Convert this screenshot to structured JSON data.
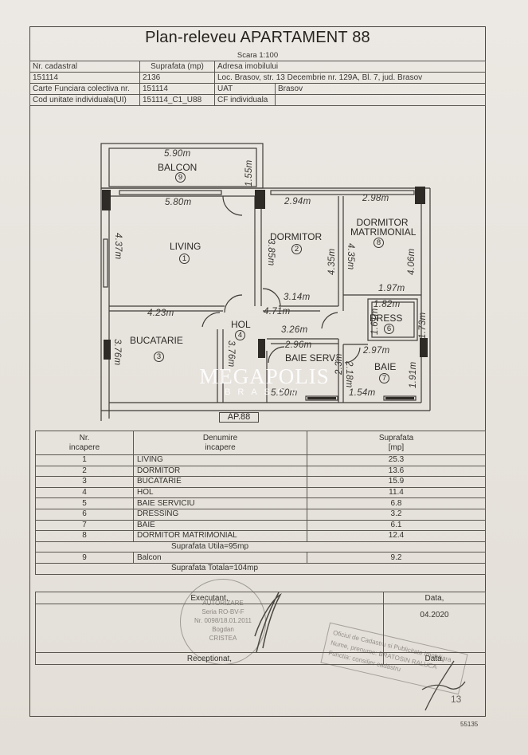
{
  "document": {
    "title": "Plan-releveu APARTAMENT 88",
    "scale": "Scara 1:100"
  },
  "info_table": {
    "cadastral_label": "Nr. cadastral",
    "surface_label": "Suprafata (mp)",
    "address_label": "Adresa imobilului",
    "cadastral_value": "151114",
    "surface_value": "2136",
    "address_value": "Loc. Brasov, str. 13 Decembrie nr. 129A, Bl. 7, jud. Brasov",
    "cf_collective_label": "Carte Funciara colectiva nr.",
    "cf_collective_value": "151114",
    "uat_label": "UAT",
    "uat_value": "Brasov",
    "ui_code_label": "Cod unitate individuala(UI)",
    "ui_code_value": "151114_C1_U88",
    "cf_individual_label": "CF individuala",
    "cf_individual_value": ""
  },
  "floor_plan": {
    "apartment_tag": "AP.88",
    "rooms": [
      {
        "name": "BALCON",
        "number": "9"
      },
      {
        "name": "LIVING",
        "number": "1"
      },
      {
        "name": "DORMITOR",
        "number": "2"
      },
      {
        "name": "BUCATARIE",
        "number": "3"
      },
      {
        "name": "HOL",
        "number": "4"
      },
      {
        "name": "BAIE SERV.",
        "number": "5"
      },
      {
        "name": "DRESS",
        "number": "6"
      },
      {
        "name": "BAIE",
        "number": "7"
      },
      {
        "name": "DORMITOR MATRIMONIAL",
        "number": "8"
      }
    ],
    "dims": {
      "balcon_w": "5.90m",
      "balcon_h": "1.55m",
      "living_w": "5.80m",
      "living_h": "4.37m",
      "dorm_w": "2.94m",
      "dorm_h1": "3.85m",
      "dorm_h2": "4.35m",
      "dorm_b": "3.14m",
      "mat_w": "2.98m",
      "mat_h1": "4.35m",
      "mat_h2": "4.06m",
      "mat_b": "1.97m",
      "hol_w": "4.71m",
      "hol_w2": "3.26m",
      "buc_w": "4.23m",
      "buc_h": "3.76m",
      "buc_h2": "3.76m",
      "dress_w": "1.82m",
      "dress_h1": "1.61m",
      "dress_h2": "1.73m",
      "baie_w": "2.97m",
      "baie_h1": "2.18m",
      "baie_h2": "1.91m",
      "baie_b": "1.54m",
      "bserv_w": "2.96m",
      "bserv_b": "5.50m",
      "bserv_h": "2.3m"
    }
  },
  "watermark": {
    "line1": "MEGAPOLIS",
    "line2": "BRASOV"
  },
  "rooms_table": {
    "headers": {
      "nr_line1": "Nr.",
      "nr_line2": "incapere",
      "name_line1": "Denumire",
      "name_line2": "incapere",
      "surface_line1": "Suprafata",
      "surface_line2": "[mp]"
    },
    "rows": [
      {
        "nr": "1",
        "name": "LIVING",
        "area": "25.3"
      },
      {
        "nr": "2",
        "name": "DORMITOR",
        "area": "13.6"
      },
      {
        "nr": "3",
        "name": "BUCATARIE",
        "area": "15.9"
      },
      {
        "nr": "4",
        "name": "HOL",
        "area": "11.4"
      },
      {
        "nr": "5",
        "name": "BAIE SERVICIU",
        "area": "6.8"
      },
      {
        "nr": "6",
        "name": "DRESSING",
        "area": "3.2"
      },
      {
        "nr": "7",
        "name": "BAIE",
        "area": "6.1"
      },
      {
        "nr": "8",
        "name": "DORMITOR MATRIMONIAL",
        "area": "12.4"
      }
    ],
    "useful_total": "Suprafata Utila=95mp",
    "balcony_row": {
      "nr": "9",
      "name": "Balcon",
      "area": "9.2"
    },
    "grand_total": "Suprafata Totala=104mp"
  },
  "signatures": {
    "executant_label": "Executant,",
    "date_label_1": "Data,",
    "date_value_1": "04.2020",
    "receptionat_label": "Receptionat,",
    "date_label_2": "Data,",
    "stamp_lines": [
      "AUTORIZARE",
      "Seria RO-BV-F",
      "Nr. 0098/18.01.2011",
      "Bogdan",
      "CRISTEA"
    ],
    "ocpi_stamp_lines": [
      "Oficiul de Cadastru si Publicitate Imobiliara",
      "Nume, prenume: BRATOSIN RALUCA",
      "Functia: consilier cadastru"
    ],
    "ocpi_date": "13"
  },
  "footer": {
    "code": "55135"
  }
}
